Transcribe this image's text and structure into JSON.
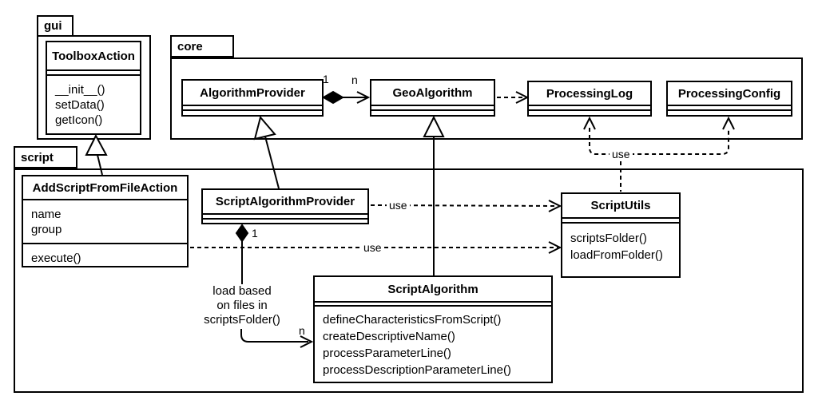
{
  "diagram": {
    "kind": "uml-class-diagram",
    "colors": {
      "line": "#000000",
      "background": "#ffffff"
    }
  },
  "packages": {
    "gui": {
      "label": "gui"
    },
    "core": {
      "label": "core"
    },
    "script": {
      "label": "script"
    }
  },
  "classes": {
    "toolbox_action": {
      "name": "ToolboxAction",
      "attributes": [],
      "methods": [
        "__init__()",
        "setData()",
        "getIcon()"
      ]
    },
    "algorithm_provider": {
      "name": "AlgorithmProvider",
      "attributes": [],
      "methods": []
    },
    "geo_algorithm": {
      "name": "GeoAlgorithm",
      "attributes": [],
      "methods": []
    },
    "processing_log": {
      "name": "ProcessingLog",
      "attributes": [],
      "methods": []
    },
    "processing_config": {
      "name": "ProcessingConfig",
      "attributes": [],
      "methods": []
    },
    "add_script_from_file_action": {
      "name": "AddScriptFromFileAction",
      "attributes": [
        "name",
        "group"
      ],
      "methods": [
        "execute()"
      ]
    },
    "script_algorithm_provider": {
      "name": "ScriptAlgorithmProvider",
      "attributes": [],
      "methods": []
    },
    "script_utils": {
      "name": "ScriptUtils",
      "attributes": [],
      "methods": [
        "scriptsFolder()",
        "loadFromFolder()"
      ]
    },
    "script_algorithm": {
      "name": "ScriptAlgorithm",
      "attributes": [],
      "methods": [
        "defineCharacteristicsFromScript()",
        "createDescriptiveName()",
        "processParameterLine()",
        "processDescriptionParameterLine()"
      ]
    }
  },
  "labels": {
    "use_provider_to_utils": "use",
    "use_action_to_utils": "use",
    "use_utils_to_processing": "use",
    "mult_provider_one": "1",
    "mult_geoalgorithm_n": "n",
    "mult_scriptprovider_one": "1",
    "mult_scriptalgorithm_n": "n",
    "note_lines": [
      "load based",
      "on files in",
      "scriptsFolder()"
    ]
  }
}
